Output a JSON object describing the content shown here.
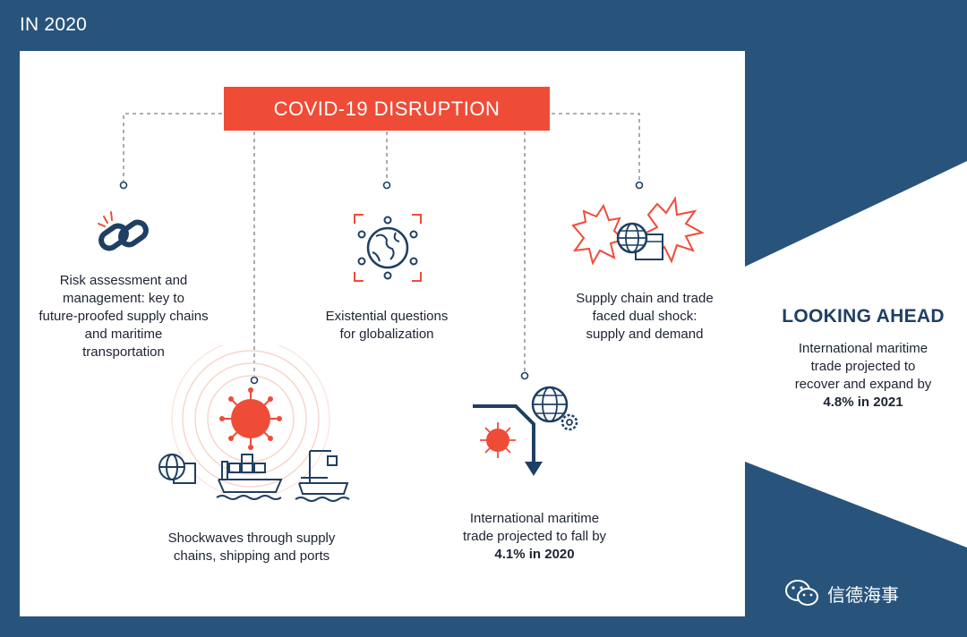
{
  "header": {
    "year_label": "IN 2020"
  },
  "center": {
    "title": "COVID-19 DISRUPTION"
  },
  "items": [
    {
      "lines": [
        "Risk assessment and",
        "management: key to",
        "future-proofed supply chains",
        "and maritime transportation"
      ],
      "icon": "chain-link-icon"
    },
    {
      "lines": [
        "Existential questions",
        "for globalization"
      ],
      "icon": "globe-network-icon"
    },
    {
      "lines": [
        "Supply chain and trade",
        "faced dual shock:",
        "supply and demand"
      ],
      "icon": "globe-burst-icon"
    },
    {
      "lines": [
        "Shockwaves through supply",
        "chains, shipping and ports"
      ],
      "icon": "virus-shockwave-icon"
    },
    {
      "lines": [
        "International maritime",
        "trade projected to fall by"
      ],
      "bold": "4.1% in 2020",
      "icon": "trade-fall-icon"
    }
  ],
  "looking_ahead": {
    "title": "LOOKING AHEAD",
    "lines": [
      "International maritime",
      "trade projected to",
      "recover and expand by"
    ],
    "bold": "4.8% in 2021"
  },
  "watermark": {
    "text": "信德海事",
    "icon": "wechat-icon"
  },
  "colors": {
    "navy": "#28547c",
    "accent": "#ef4c38",
    "text": "#1d2333"
  }
}
